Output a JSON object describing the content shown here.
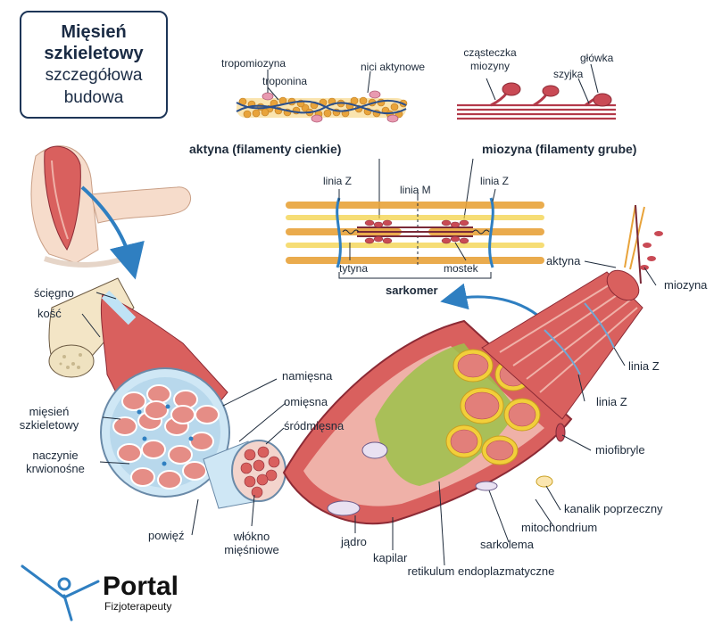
{
  "title": {
    "main": "Mięsień szkieletowy",
    "sub": "szczegółowa budowa"
  },
  "top_labels": {
    "tropomiozyna": "tropomiozyna",
    "troponina": "troponina",
    "nici_aktynowe": "nici aktynowe",
    "czasteczka_miozyny": "cząsteczka miozyny",
    "glowka": "główka",
    "szyjka": "szyjka",
    "aktyna_caption": "aktyna (filamenty cienkie)",
    "miozyna_caption": "miozyna (filamenty grube)"
  },
  "sarcomere_labels": {
    "linia_z_left": "linia Z",
    "linia_m": "linia M",
    "linia_z_right": "linia Z",
    "tytyna": "tytyna",
    "mostek": "mostek",
    "sarkomer": "sarkomer"
  },
  "left_labels": {
    "sciegno": "ścięgno",
    "kosc": "kość",
    "miesien_szkieletowy": "mięsień szkieletowy",
    "naczynie_krwionosne": "naczynie krwionośne",
    "powiez": "powięź",
    "namiesna": "namięsna",
    "omiesna": "omięsna",
    "srodmiesna": "śródmięsna",
    "wlokno_miesniowe": "włókno mięśniowe"
  },
  "right_labels": {
    "aktyna": "aktyna",
    "miozyna": "miozyna",
    "linia_z_1": "linia Z",
    "linia_z_2": "linia Z",
    "miofibryle": "miofibryle",
    "kanalik_poprzeczny": "kanalik poprzeczny",
    "mitochondrium": "mitochondrium",
    "sarkolema": "sarkolema",
    "retikulum": "retikulum endoplazmatyczne",
    "kapilar": "kapilar",
    "jadro": "jądro"
  },
  "logo": {
    "name": "Portal",
    "sub": "Fizjoterapeuty"
  },
  "colors": {
    "navy": "#1d3557",
    "muscle": "#d9605e",
    "muscle_light": "#efb1a8",
    "actin": "#e8a33a",
    "myosin": "#c94a55",
    "arrow_blue": "#2f7fc1",
    "reticulum_green": "#9cc24a",
    "reticulum_yellow": "#f2cf3a"
  }
}
